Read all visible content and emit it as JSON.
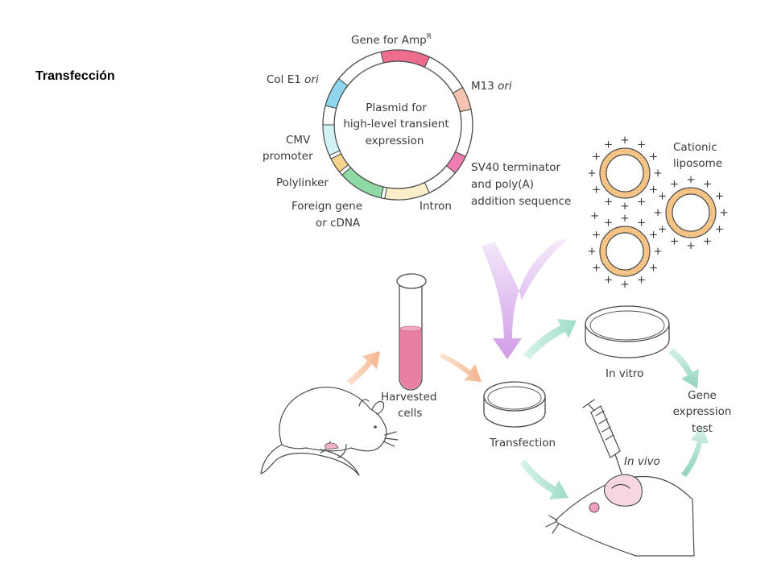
{
  "title": "Transfección",
  "plasmid": {
    "center_lines": [
      "Plasmid for",
      "high-level transient",
      "expression"
    ],
    "segments": [
      {
        "key": "ampr",
        "label": "Gene for Amp",
        "sup": "R",
        "color": "#ee6d8e"
      },
      {
        "key": "m13",
        "label": "M13",
        "italic": "ori",
        "color": "#f7c4b4"
      },
      {
        "key": "sv40",
        "label_lines": [
          "SV40 terminator",
          "and poly(A)",
          "addition sequence"
        ],
        "color": "#ef7cb2"
      },
      {
        "key": "intron",
        "label": "Intron",
        "color": "#fbeec9"
      },
      {
        "key": "foreign",
        "label_lines": [
          "Foreign gene",
          "or cDNA"
        ],
        "color": "#8fd9a6"
      },
      {
        "key": "polylinker",
        "label": "Polylinker",
        "color": "#f7d38e"
      },
      {
        "key": "cmv",
        "label_lines": [
          "CMV",
          "promoter"
        ],
        "color": "#d3f2f6"
      },
      {
        "key": "cole1",
        "label": "Col E1",
        "italic": "ori",
        "color": "#8fd5ee"
      }
    ]
  },
  "liposome_label": [
    "Cationic",
    "liposome"
  ],
  "plus_sign": "+",
  "harvested_label": [
    "Harvested",
    "cells"
  ],
  "transfection_label": "Transfection",
  "in_vitro_label": "In vitro",
  "in_vivo_label": "In vivo",
  "gene_test_label": [
    "Gene",
    "expression",
    "test"
  ],
  "colors": {
    "tube_liquid": "#ea7fa6",
    "liposome_fill": "#f5bf7d",
    "arrow_orange": "#f6c9a6",
    "arrow_purple": "#d9b2ec",
    "arrow_green": "#bfe9da"
  }
}
